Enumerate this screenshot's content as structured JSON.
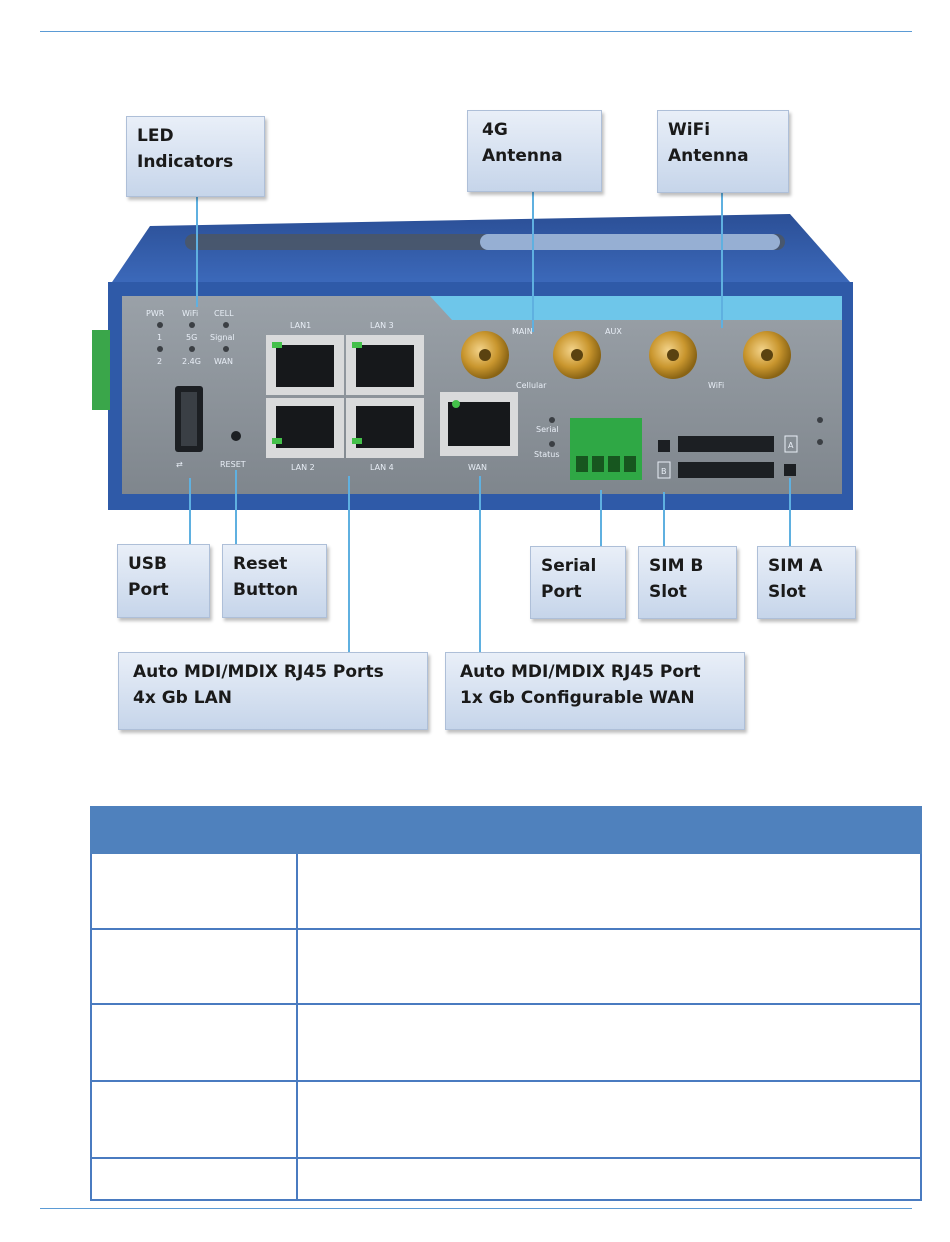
{
  "callouts": {
    "led": "LED\nIndicators",
    "antenna_4g": "4G\nAntenna",
    "antenna_wifi": "WiFi\nAntenna",
    "usb": "USB\nPort",
    "reset": "Reset\nButton",
    "serial": "Serial\nPort",
    "sim_b": "SIM B\nSlot",
    "sim_a": "SIM A\nSlot",
    "lan_ports": "Auto MDI/MDIX RJ45 Ports\n4x Gb LAN",
    "wan_port": "Auto MDI/MDIX RJ45 Port\n1x Gb Configurable WAN"
  },
  "device_labels": {
    "pwr": "PWR",
    "wifi": "WiFi",
    "cell": "CELL",
    "one": "1",
    "two": "2",
    "five_g": "5G",
    "two_four_g": "2.4G",
    "signal": "Signal",
    "wan_led": "WAN",
    "lan1": "LAN1",
    "lan2": "LAN 2",
    "lan3": "LAN 3",
    "lan4": "LAN 4",
    "wan": "WAN",
    "reset": "RESET",
    "main": "MAIN",
    "aux": "AUX",
    "cellular": "Cellular",
    "wifi_ant": "WiFi",
    "serial": "Serial",
    "status": "Status",
    "sim_a": "A",
    "sim_b": "B"
  },
  "colors": {
    "rule": "#5b9bd5",
    "table_header": "#4f81bd",
    "leader": "#5fb0e0",
    "chassis": "#2f5aa8"
  },
  "table": {
    "rows": 5,
    "header": [
      "",
      ""
    ],
    "cells": [
      [
        "",
        ""
      ],
      [
        "",
        ""
      ],
      [
        "",
        ""
      ],
      [
        "",
        ""
      ],
      [
        "",
        ""
      ]
    ]
  }
}
